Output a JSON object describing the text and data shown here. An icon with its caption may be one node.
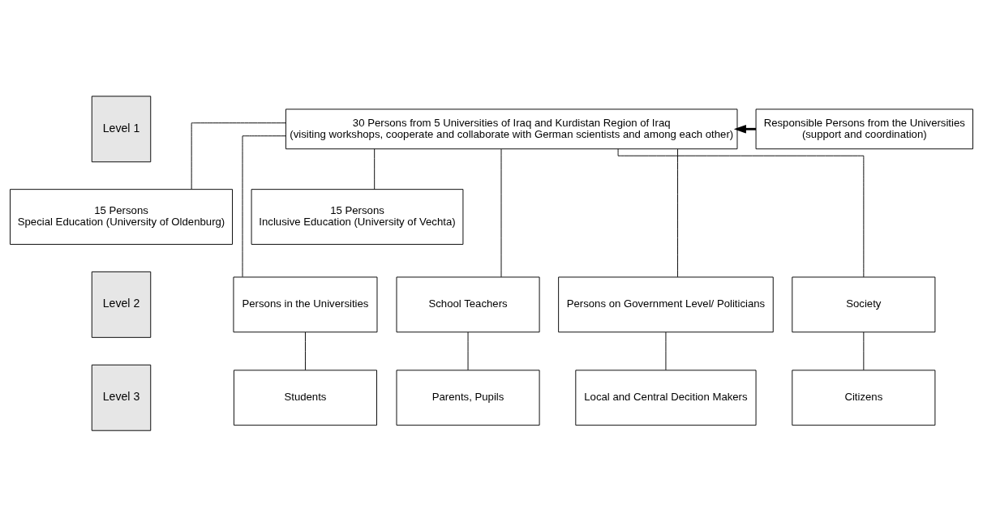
{
  "diagram": {
    "nodes": [
      {
        "text": [
          "Level 1"
        ]
      },
      {
        "text": [
          "Level 2"
        ]
      },
      {
        "text": [
          "Level 3"
        ]
      },
      {
        "text": [
          "30 Persons from 5 Universities of Iraq and Kurdistan Region of Iraq",
          "(visiting workshops, cooperate and collaborate with German scientists and among each other)"
        ]
      },
      {
        "text": [
          "Responsible Persons from the Universities",
          "(support and coordination)"
        ]
      },
      {
        "text": [
          "15 Persons",
          "Special Education (University of Oldenburg)"
        ]
      },
      {
        "text": [
          "15 Persons",
          "Inclusive Education (University of Vechta)"
        ]
      },
      {
        "text": [
          "Persons in the Universities"
        ]
      },
      {
        "text": [
          "School Teachers"
        ]
      },
      {
        "text": [
          "Persons on Government Level/ Politicians"
        ]
      },
      {
        "text": [
          "Society"
        ]
      },
      {
        "text": [
          "Students"
        ]
      },
      {
        "text": [
          "Parents, Pupils"
        ]
      },
      {
        "text": [
          "Local and Central Decition Makers"
        ]
      },
      {
        "text": [
          "Citizens"
        ]
      }
    ],
    "edges": [
      {
        "from": 4,
        "to": 3,
        "arrow": "to",
        "style": "thick"
      },
      {
        "from": 3,
        "to": 5,
        "arrow": "none"
      },
      {
        "from": 3,
        "to": 6,
        "arrow": "none"
      },
      {
        "from": 3,
        "to": 7,
        "arrow": "none"
      },
      {
        "from": 3,
        "to": 8,
        "arrow": "none"
      },
      {
        "from": 3,
        "to": 9,
        "arrow": "none"
      },
      {
        "from": 3,
        "to": 10,
        "arrow": "none"
      },
      {
        "from": 7,
        "to": 11,
        "arrow": "none"
      },
      {
        "from": 8,
        "to": 12,
        "arrow": "none"
      },
      {
        "from": 9,
        "to": 13,
        "arrow": "none"
      },
      {
        "from": 10,
        "to": 14,
        "arrow": "none"
      }
    ]
  }
}
